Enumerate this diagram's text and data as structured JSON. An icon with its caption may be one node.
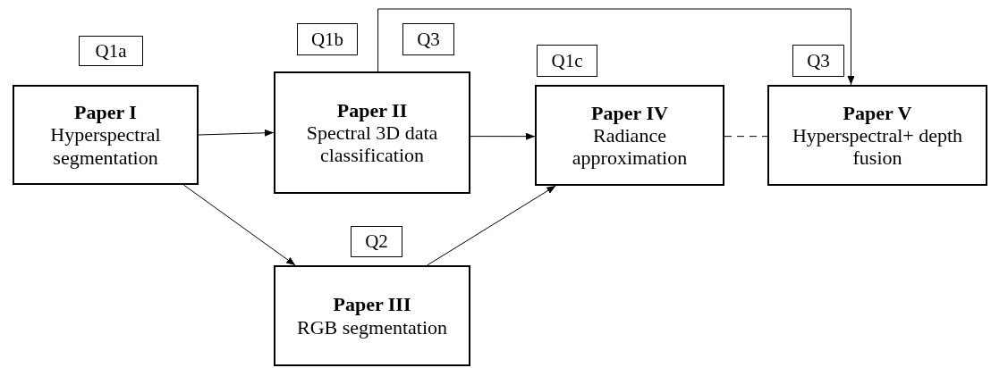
{
  "diagram": {
    "nodes": [
      {
        "text": [
          "Q1a"
        ]
      },
      {
        "text": [
          "Paper I",
          "Hyperspectral segmentation"
        ]
      },
      {
        "text": [
          "Q1b"
        ]
      },
      {
        "text": [
          "Q3"
        ]
      },
      {
        "text": [
          "Paper II",
          "Spectral 3D data classification"
        ]
      },
      {
        "text": [
          "Q1c"
        ]
      },
      {
        "text": [
          "Paper IV",
          "Radiance approximation"
        ]
      },
      {
        "text": [
          "Q3"
        ]
      },
      {
        "text": [
          "Paper V",
          "Hyperspectral+ depth fusion"
        ]
      },
      {
        "text": [
          "Q2"
        ]
      },
      {
        "text": [
          "Paper III",
          "RGB segmentation"
        ]
      }
    ],
    "edges": [
      {
        "from": 1,
        "to": 4,
        "arrow": "to"
      },
      {
        "from": 1,
        "to": 10,
        "arrow": "to"
      },
      {
        "from": 4,
        "to": 6,
        "arrow": "to"
      },
      {
        "from": 10,
        "to": 6,
        "arrow": "to"
      },
      {
        "from": 6,
        "to": 8,
        "arrow": "none",
        "style": "dashed"
      },
      {
        "from": 4,
        "to": 8,
        "arrow": "to"
      }
    ]
  }
}
